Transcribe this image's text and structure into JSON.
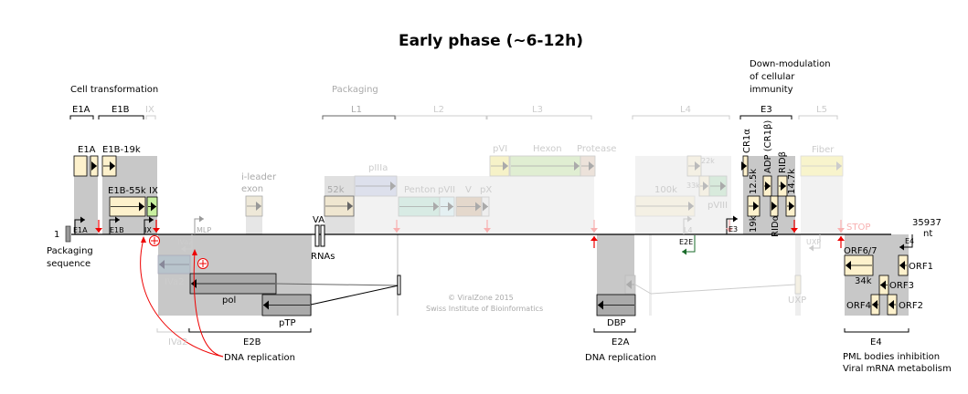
{
  "title": "Early phase (~6-12h)",
  "functions": {
    "cell_transformation": "Cell transformation",
    "packaging": "Packaging",
    "immunity": [
      "Down-modulation",
      "of cellular",
      "immunity"
    ],
    "dna_replication_1": "DNA replication",
    "dna_replication_2": "DNA replication",
    "e4": [
      "PML bodies inhibition",
      "Viral mRNA metabolism"
    ]
  },
  "transcription_units": {
    "E1A": "E1A",
    "E1B": "E1B",
    "IX": "IX",
    "L1": "L1",
    "L2": "L2",
    "L3": "L3",
    "L4": "L4",
    "E3": "E3",
    "L5": "L5",
    "IVa2": "IVa2",
    "E2B": "E2B",
    "E2A": "E2A",
    "E4": "E4"
  },
  "genes": {
    "E1A": "E1A",
    "E1B_19k": "E1B-19k",
    "E1B_55k": "E1B-55k",
    "IX": "IX",
    "i_leader": [
      "i-leader",
      "exon"
    ],
    "k52": "52k",
    "pIIIa": "pIIIa",
    "Penton": "Penton",
    "pVII": "pVII",
    "V": "V",
    "pX": "pX",
    "pVI": "pVI",
    "Hexon": "Hexon",
    "Protease": "Protease",
    "k100": "100k",
    "k22": "22k",
    "k33": "33k",
    "pVIII": "pVIII",
    "CR1a": "CR1α",
    "ADP": "ADP (CR1β)",
    "RIDb": "RIDβ",
    "k12_5": "12.5k",
    "k14_7": "14.7k",
    "k19": "19k",
    "RIDa": "RIDα",
    "Fiber": "Fiber",
    "IVa2": "IVa2",
    "pol": "pol",
    "pTP": "pTP",
    "DBP": "DBP",
    "UXP": "UXP",
    "ORF6_7": "ORF6/7",
    "k34": "34k",
    "ORF1": "ORF1",
    "ORF2": "ORF2",
    "ORF3": "ORF3",
    "ORF4": "ORF4",
    "VA": "VA",
    "RNAs": "RNAs"
  },
  "promoters": {
    "E1A": "E1A",
    "E1B": "E1B",
    "IX": "IX",
    "MLP": "MLP",
    "IVa2": "IVa2",
    "L4": "L4",
    "E2E": "E2E",
    "E3": "E3",
    "UXP": "UXP",
    "E4": "E4",
    "STOP": "STOP"
  },
  "genome": {
    "start": "1",
    "end": "35937",
    "unit": "nt",
    "packaging": [
      "Packaging",
      "sequence"
    ]
  },
  "credit": [
    "© ViralZone 2015",
    "Swiss Institute of Bioinformatics"
  ],
  "colors": {
    "active_region": "#c8c8c8",
    "inactive_region": "#f2f2f2",
    "early_gene": "#fdf1cc",
    "polyA_signal": "#ee0000",
    "E2E_promoter": "#1a6b2a"
  }
}
